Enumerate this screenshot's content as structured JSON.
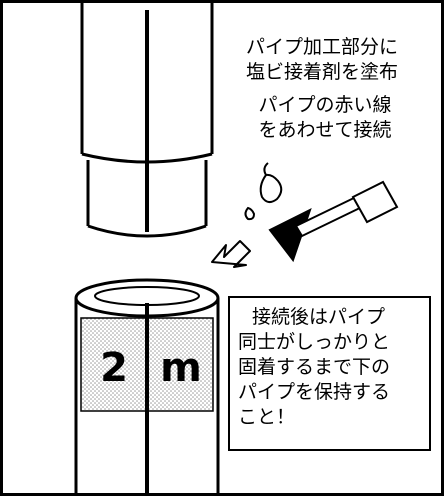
{
  "captions": {
    "apply_adhesive": [
      "パイプ加工部分に",
      "塩ビ接着剤を塗布"
    ],
    "align_red_line": [
      "パイプの赤い線",
      "をあわせて接続"
    ],
    "hold_note": [
      "接続後はパイプ",
      "同士がしっかりと",
      "固着するまで下の",
      "パイプを保持する",
      "こと！"
    ]
  },
  "pipe_label": {
    "number": "2",
    "unit": "m"
  },
  "colors": {
    "line": "#000000",
    "background": "#ffffff",
    "label_screen": "#cfcfcf"
  },
  "icons": [
    "adhesive-brush-icon",
    "adhesive-drop-icon",
    "insert-direction-arrow-icon"
  ]
}
